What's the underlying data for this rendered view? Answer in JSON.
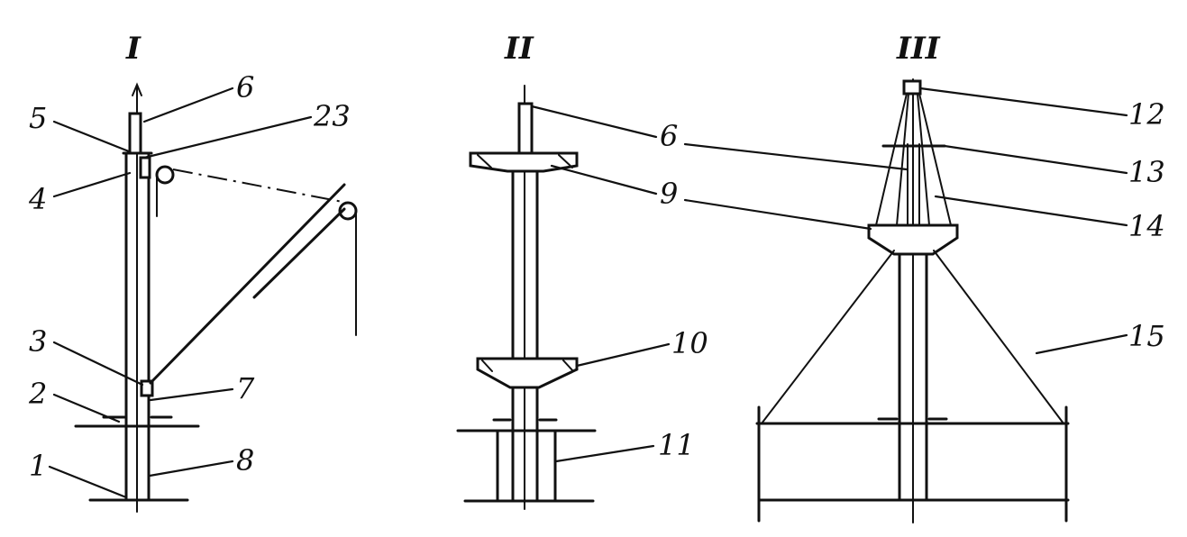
{
  "figure": {
    "panels": [
      {
        "id": "I",
        "title": "I"
      },
      {
        "id": "II",
        "title": "II"
      },
      {
        "id": "III",
        "title": "III"
      }
    ],
    "labels": {
      "l1": "1",
      "l2": "2",
      "l3": "3",
      "l4": "4",
      "l5": "5",
      "l6a": "6",
      "l7": "7",
      "l8": "8",
      "l23": "23",
      "l6b": "6",
      "l9": "9",
      "l10": "10",
      "l11": "11",
      "l12": "12",
      "l13": "13",
      "l14": "14",
      "l15": "15"
    }
  }
}
